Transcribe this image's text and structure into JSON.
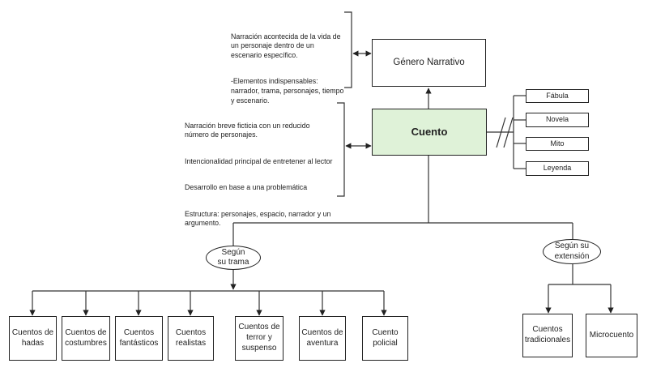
{
  "diagram": {
    "genero": "Género Narrativo",
    "genero_note": [
      "Narración acontecida de la vida de\nun personaje dentro de un\nescenario específico.",
      "-Elementos indispensables:\nnarrador, trama, personajes, tiempo\ny escenario."
    ],
    "cuento": "Cuento",
    "cuento_note": [
      "Narración breve ficticia con un reducido\nnúmero de personajes.",
      "Intencionalidad principal de entretener al lector",
      "Desarrollo en base a una problemática",
      "Estructura: personajes, espacio, narrador y un\nargumento."
    ],
    "subgeneros": [
      "Fábula",
      "Novela",
      "Mito",
      "Leyenda"
    ],
    "trama_label": "Según\nsu trama",
    "extension_label": "Según su\nextensión",
    "trama_items": [
      "Cuentos de\nhadas",
      "Cuentos de\ncostumbres",
      "Cuentos\nfantásticos",
      "Cuentos\nrealistas",
      "Cuentos de\nterror y\nsuspenso",
      "Cuentos de\naventura",
      "Cuento\npolicial"
    ],
    "extension_items": [
      "Cuentos\ntradicionales",
      "Microcuento"
    ]
  }
}
